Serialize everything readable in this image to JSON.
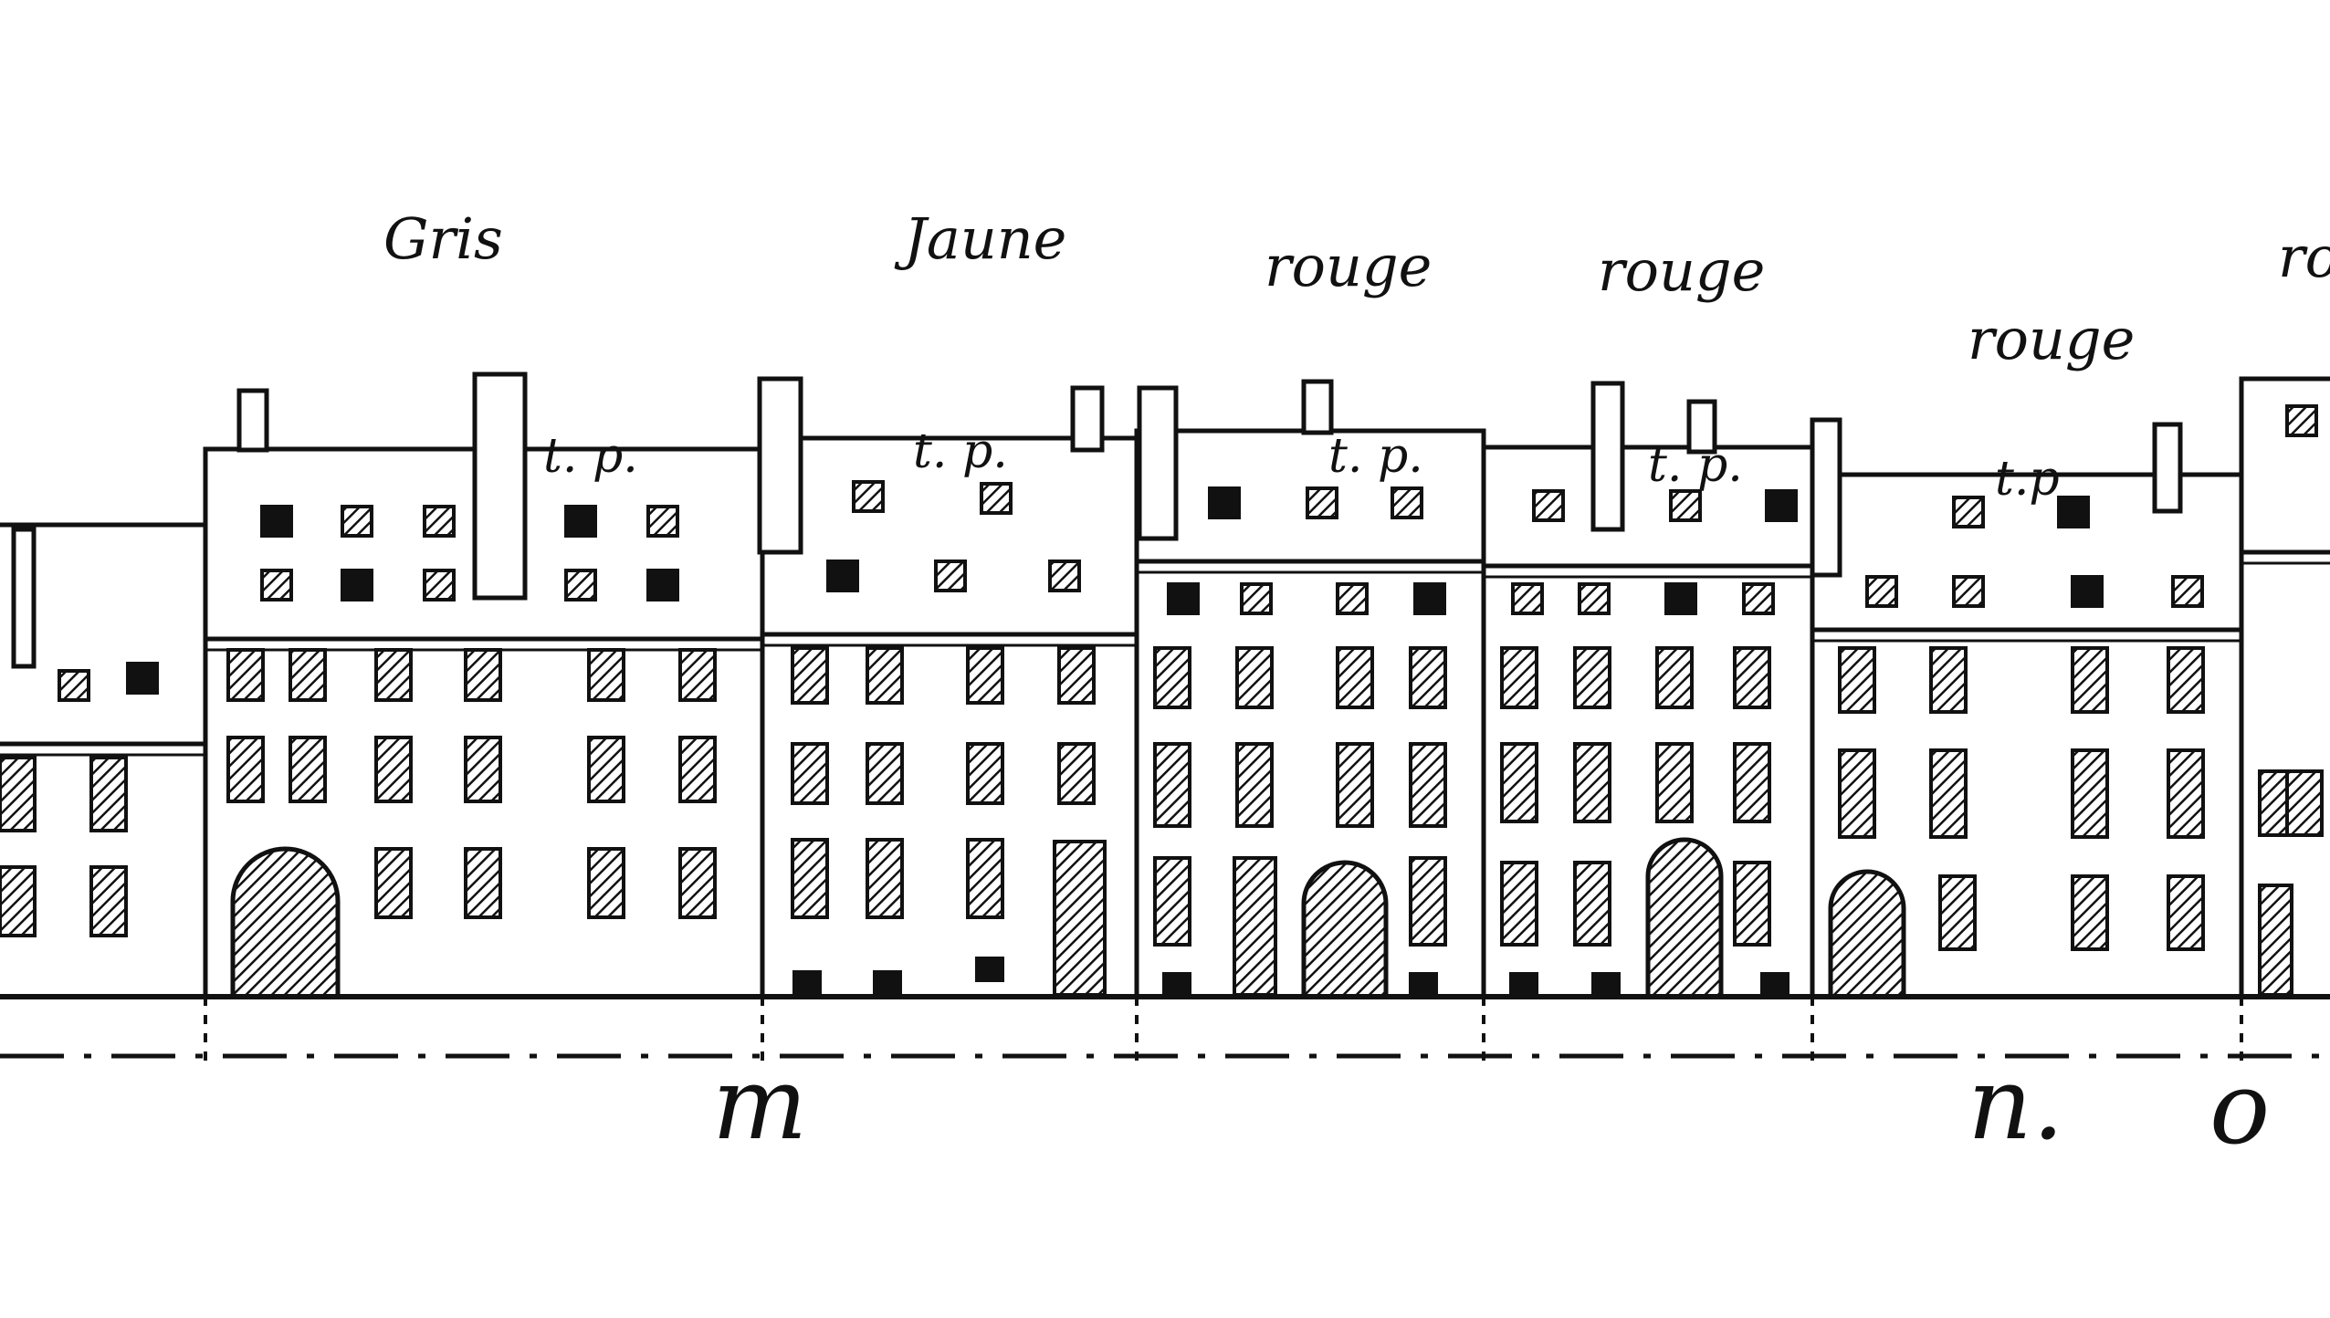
{
  "drawing": {
    "ink_color": "#111111",
    "paper_color": "#ffffff",
    "houses": [
      {
        "id": "house-a",
        "color_label": ""
      },
      {
        "id": "house-b",
        "color_label": "Gris",
        "roof_mark": "t. p."
      },
      {
        "id": "house-c",
        "color_label": "Jaune",
        "roof_mark": "t. p."
      },
      {
        "id": "house-d",
        "color_label": "rouge",
        "roof_mark": "t. p."
      },
      {
        "id": "house-e",
        "color_label": "rouge",
        "roof_mark": "t. p."
      },
      {
        "id": "house-f",
        "color_label": "rouge",
        "roof_mark": "t.p"
      },
      {
        "id": "house-g",
        "color_label": "ro"
      }
    ],
    "plot_letters": [
      "m",
      "n.",
      "o"
    ]
  }
}
